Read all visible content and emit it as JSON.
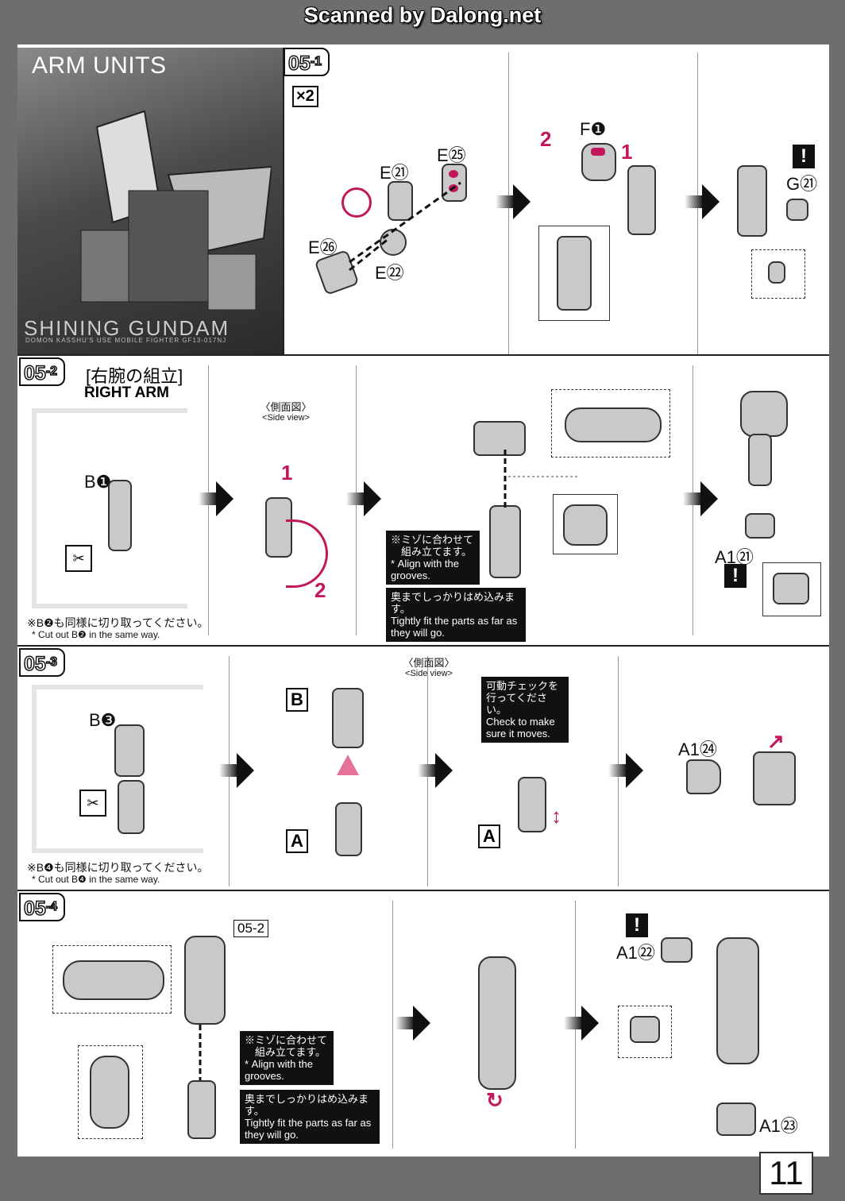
{
  "watermark": "Scanned by Dalong.net",
  "hero": {
    "title": "ARM UNITS",
    "name": "SHINING GUNDAM",
    "subtitle": "DOMON KASSHU'S USE MOBILE FIGHTER GF13-017NJ"
  },
  "steps": {
    "s1": {
      "num": "05",
      "sub": "-1",
      "multiplier": "×2"
    },
    "s2": {
      "num": "05",
      "sub": "-2",
      "title_jp": "[右腕の組立]",
      "title_en": "RIGHT ARM"
    },
    "s3": {
      "num": "05",
      "sub": "-3"
    },
    "s4": {
      "num": "05",
      "sub": "-4"
    }
  },
  "parts": {
    "e21": "E㉑",
    "e25": "E㉕",
    "e26": "E㉖",
    "e22": "E㉒",
    "f1": "F❶",
    "g21": "G㉑",
    "b1": "B❶",
    "a121": "A1㉑",
    "b3": "B❸",
    "b": "B",
    "a": "A",
    "a124": "A1㉔",
    "ref052": "05-2",
    "a122": "A1㉒",
    "a123": "A1㉓"
  },
  "callouts": {
    "side_view_jp": "〈側面図〉",
    "side_view_en": "<Side view>",
    "grooves_jp": "※ミゾに合わせて\n　組み立てます。",
    "grooves_en": "* Align with the\n  grooves.",
    "tight_jp": "奥までしっかりはめ込みます。",
    "tight_en": "Tightly fit the parts as far as\nthey will go.",
    "check_jp": "可動チェックを\n行ってください。",
    "check_en": "Check to make\nsure it moves.",
    "cut_b2_jp": "※B❷も同様に切り取ってください。",
    "cut_b2_en": "* Cut out  B❷  in the same way.",
    "cut_b4_jp": "※B❹も同様に切り取ってください。",
    "cut_b4_en": "* Cut out  B❹  in the same way."
  },
  "step_numbers": {
    "n1": "1",
    "n2": "2"
  },
  "page_number": "11",
  "colors": {
    "accent": "#c2185b",
    "ink": "#111111",
    "frame": "#6e6e70"
  }
}
